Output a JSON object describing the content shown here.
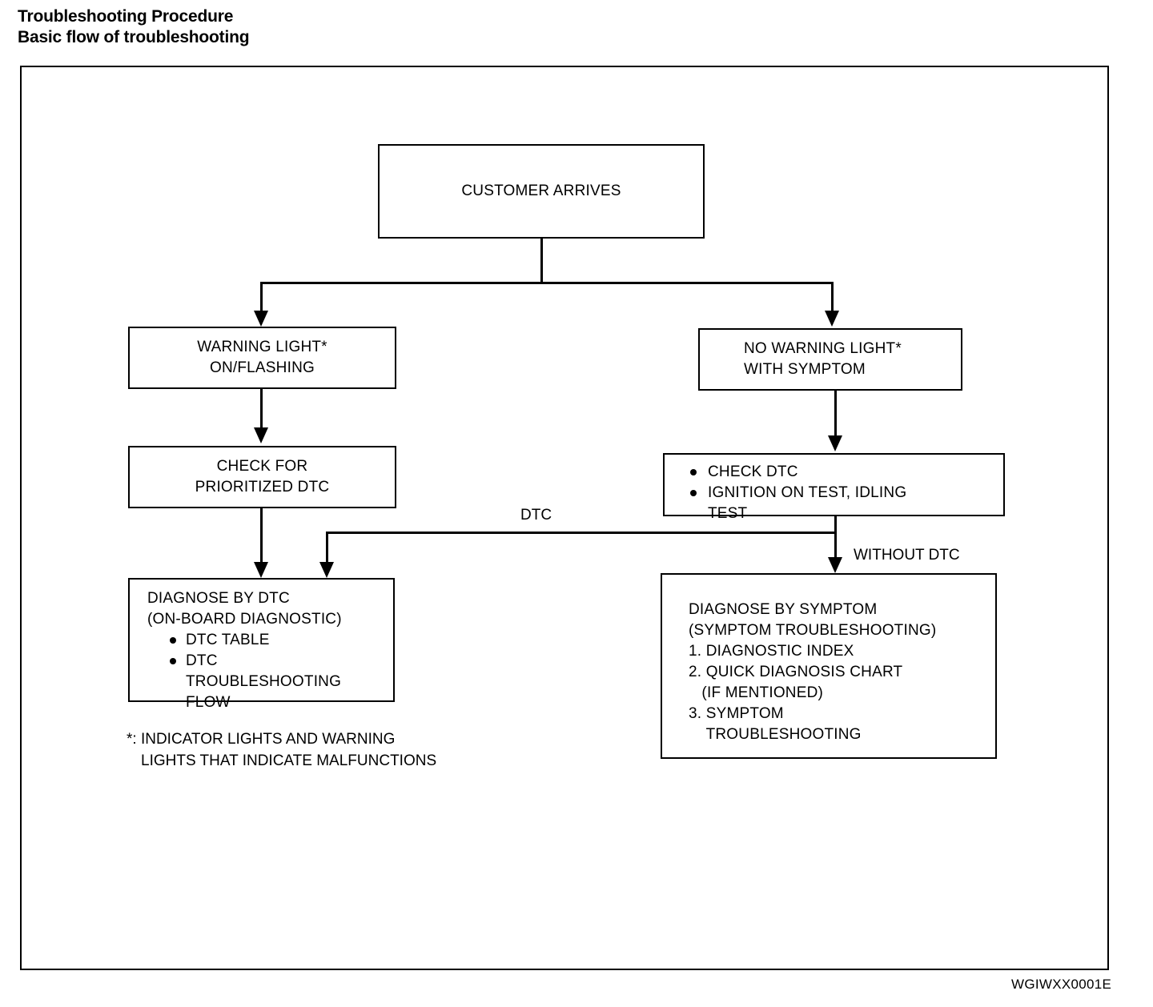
{
  "heading": {
    "line1": "Troubleshooting Procedure",
    "line2": "Basic flow of troubleshooting"
  },
  "diagram": {
    "nodes": {
      "customer_arrives": {
        "label": "CUSTOMER ARRIVES"
      },
      "warning_light": {
        "line1": "WARNING LIGHT*",
        "line2": "ON/FLASHING"
      },
      "no_warning_light": {
        "line1": "NO WARNING LIGHT*",
        "line2": "WITH SYMPTOM"
      },
      "check_prioritized_dtc": {
        "line1": "CHECK FOR",
        "line2": "PRIORITIZED DTC"
      },
      "check_dtc_tests": {
        "bullet1": "CHECK DTC",
        "bullet2": "IGNITION ON TEST, IDLING",
        "bullet2_cont": "TEST"
      },
      "diagnose_by_dtc": {
        "title": "DIAGNOSE BY DTC",
        "subtitle": "(ON-BOARD DIAGNOSTIC)",
        "bullet1": "DTC TABLE",
        "bullet2": "DTC",
        "bullet2_cont1": "TROUBLESHOOTING",
        "bullet2_cont2": "FLOW"
      },
      "diagnose_by_symptom": {
        "title": "DIAGNOSE BY SYMPTOM",
        "subtitle": "(SYMPTOM TROUBLESHOOTING)",
        "item1": "1. DIAGNOSTIC INDEX",
        "item2": "2. QUICK DIAGNOSIS CHART",
        "item2_cont": "   (IF MENTIONED)",
        "item3": "3. SYMPTOM",
        "item3_cont": "    TROUBLESHOOTING"
      }
    },
    "edge_labels": {
      "dtc": "DTC",
      "without_dtc": "WITHOUT DTC"
    },
    "footnote": {
      "line1": "*: INDICATOR LIGHTS AND WARNING",
      "line2": "LIGHTS THAT INDICATE MALFUNCTIONS"
    },
    "document_code": "WGIWXX0001E",
    "colors": {
      "line": "#000000",
      "background": "#ffffff"
    }
  }
}
